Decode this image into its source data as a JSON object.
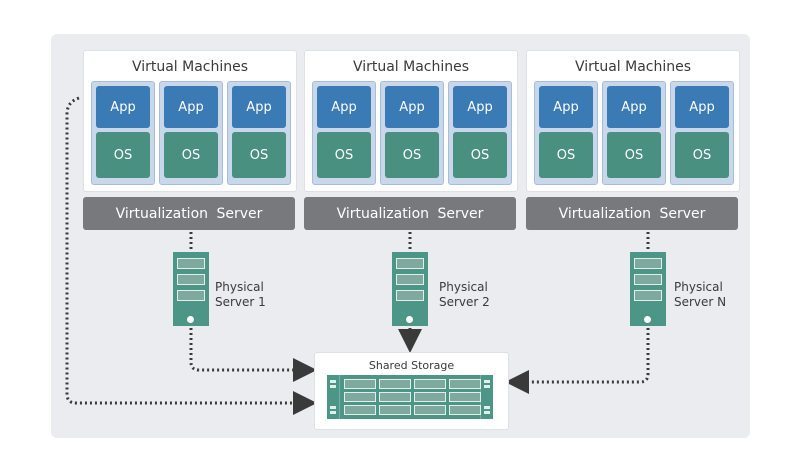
{
  "diagram": {
    "title": "Server Virtualization with Shared Storage",
    "vm_groups": [
      {
        "title": "Virtual Machines",
        "vms": [
          {
            "app": "App",
            "os": "OS"
          },
          {
            "app": "App",
            "os": "OS"
          },
          {
            "app": "App",
            "os": "OS"
          }
        ],
        "hypervisor": "Virtualization Server",
        "physical_server": {
          "line1": "Physical",
          "line2": "Server 1"
        }
      },
      {
        "title": "Virtual Machines",
        "vms": [
          {
            "app": "App",
            "os": "OS"
          },
          {
            "app": "App",
            "os": "OS"
          },
          {
            "app": "App",
            "os": "OS"
          }
        ],
        "hypervisor": "Virtualization Server",
        "physical_server": {
          "line1": "Physical",
          "line2": "Server 2"
        }
      },
      {
        "title": "Virtual Machines",
        "vms": [
          {
            "app": "App",
            "os": "OS"
          },
          {
            "app": "App",
            "os": "OS"
          },
          {
            "app": "App",
            "os": "OS"
          }
        ],
        "hypervisor": "Virtualization Server",
        "physical_server": {
          "line1": "Physical",
          "line2": "Server N"
        }
      }
    ],
    "storage": {
      "title": "Shared Storage"
    },
    "connections": [
      {
        "from": "Physical Server 1",
        "to": "Shared Storage",
        "style": "dotted-arrow"
      },
      {
        "from": "Physical Server 2",
        "to": "Shared Storage",
        "style": "dotted-arrow"
      },
      {
        "from": "Physical Server N",
        "to": "Shared Storage",
        "style": "dotted-arrow"
      },
      {
        "from": "Virtual Machines 1",
        "to": "Shared Storage",
        "style": "dotted-arrow"
      }
    ],
    "colors": {
      "app": "#3a7ab5",
      "os": "#4a9080",
      "hypervisor": "#78797d",
      "server": "#4d9687",
      "panel": "#ebecef"
    }
  }
}
